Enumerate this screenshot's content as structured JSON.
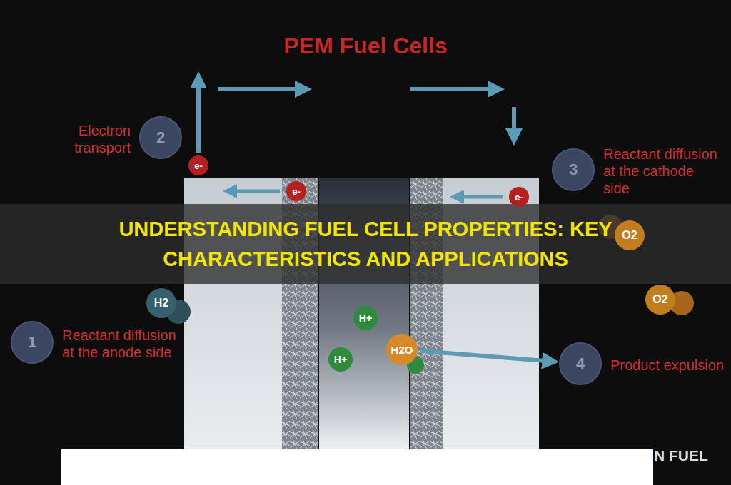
{
  "diagram": {
    "title": "PEM Fuel Cells",
    "nodes": [
      {
        "text": [
          "Electron transport",
          "2"
        ]
      },
      {
        "text": [
          "Reactant diffusion at the cathode side",
          "3"
        ]
      },
      {
        "text": [
          "Reactant diffusion at the anode side",
          "1"
        ]
      },
      {
        "text": [
          "Product expulsion",
          "4"
        ]
      },
      {
        "text": [
          "e-"
        ]
      },
      {
        "text": [
          "e-"
        ]
      },
      {
        "text": [
          "e-"
        ]
      },
      {
        "text": [
          "O2"
        ]
      },
      {
        "text": [
          "O2"
        ]
      },
      {
        "text": [
          "H2"
        ]
      },
      {
        "text": [
          "H+"
        ]
      },
      {
        "text": [
          "H+"
        ]
      },
      {
        "text": [
          "H2O"
        ]
      }
    ],
    "edges": [
      {
        "from": 12,
        "to": 3,
        "arrow": "to"
      }
    ],
    "labels": [
      "UNDERSTANDING FUEL CELL PROPERTIES: KEY CHARACTERISTICS AND APPLICATIONS",
      "N FUEL"
    ]
  }
}
